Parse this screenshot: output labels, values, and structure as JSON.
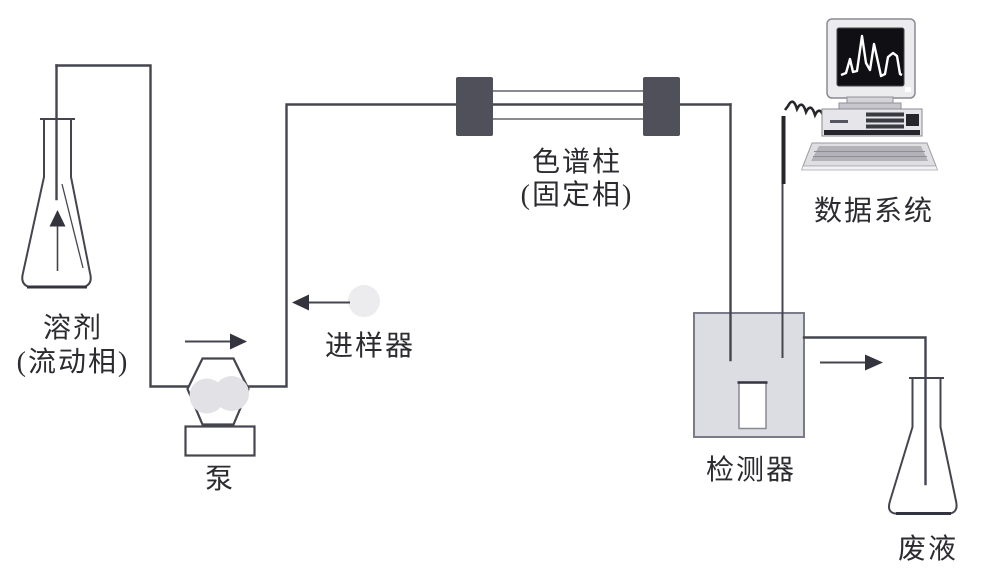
{
  "diagram": {
    "labels": {
      "solvent_line1": "溶剂",
      "solvent_line2": "(流动相)",
      "pump": "泵",
      "injector": "进样器",
      "column_line1": "色谱柱",
      "column_line2": "(固定相)",
      "data_system": "数据系统",
      "detector": "检测器",
      "waste": "废液"
    },
    "icons": {
      "solvent_flask": "erlenmeyer-flask-icon",
      "pump": "hexagon-pump-icon",
      "injector": "sample-drop-icon",
      "column": "packed-column-icon",
      "data_system": "desktop-computer-icon",
      "detector": "detector-cell-icon",
      "waste_flask": "erlenmeyer-flask-icon"
    },
    "colors": {
      "background": "#ffffff",
      "line": "#45454f",
      "dark": "#34343e",
      "column_block": "#50505a",
      "detector_fill": "#dcdde3",
      "detector_border": "#7a7a88",
      "pump_circle": "#e2e2e6",
      "injector_circle": "#ececef",
      "screen_bg": "#101014",
      "trace": "#ffffff",
      "cable": "#26262c",
      "text": "#2b2b30"
    }
  }
}
